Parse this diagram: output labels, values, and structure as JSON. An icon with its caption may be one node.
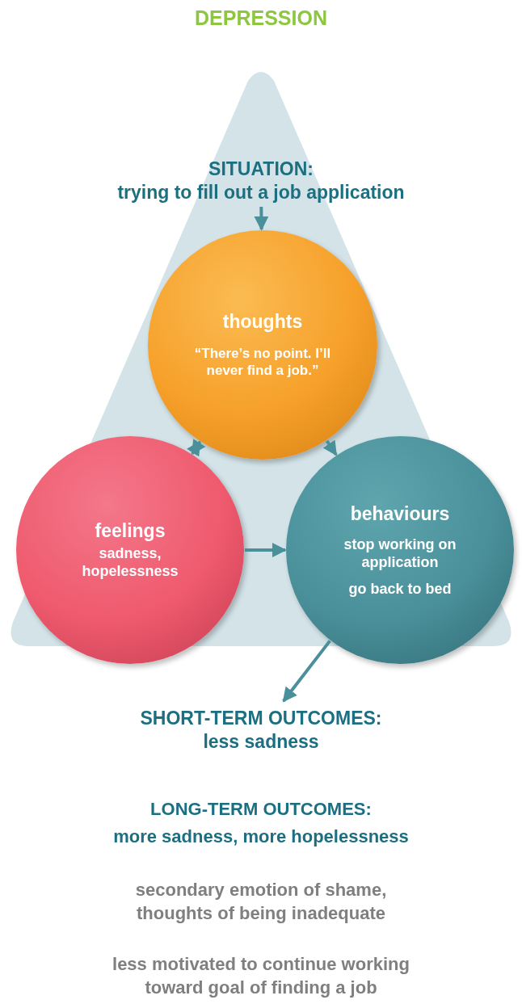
{
  "diagram": {
    "title": "DEPRESSION",
    "nodes": [
      {
        "text": [
          "SITUATION:",
          "trying to fill out a job application"
        ]
      },
      {
        "text": [
          "thoughts",
          "“There’s no point. I’ll never find a job.”"
        ]
      },
      {
        "text": [
          "feelings",
          "sadness, hopelessness"
        ]
      },
      {
        "text": [
          "behaviours",
          "stop working on application",
          "go back to bed"
        ]
      },
      {
        "text": [
          "SHORT-TERM OUTCOMES:",
          "less sadness"
        ]
      }
    ],
    "edges": [
      {
        "from": 0,
        "to": 1,
        "arrow": "to"
      },
      {
        "from": 1,
        "to": 2,
        "arrow": "both"
      },
      {
        "from": 1,
        "to": 3,
        "arrow": "to"
      },
      {
        "from": 2,
        "to": 3,
        "arrow": "to"
      },
      {
        "from": 3,
        "to": 4,
        "arrow": "to"
      }
    ],
    "labels": [
      "LONG-TERM OUTCOMES:",
      "more sadness, more hopelessness",
      "secondary emotion of shame, thoughts of being inadequate",
      "less motivated to continue working toward goal of finding a job"
    ]
  }
}
